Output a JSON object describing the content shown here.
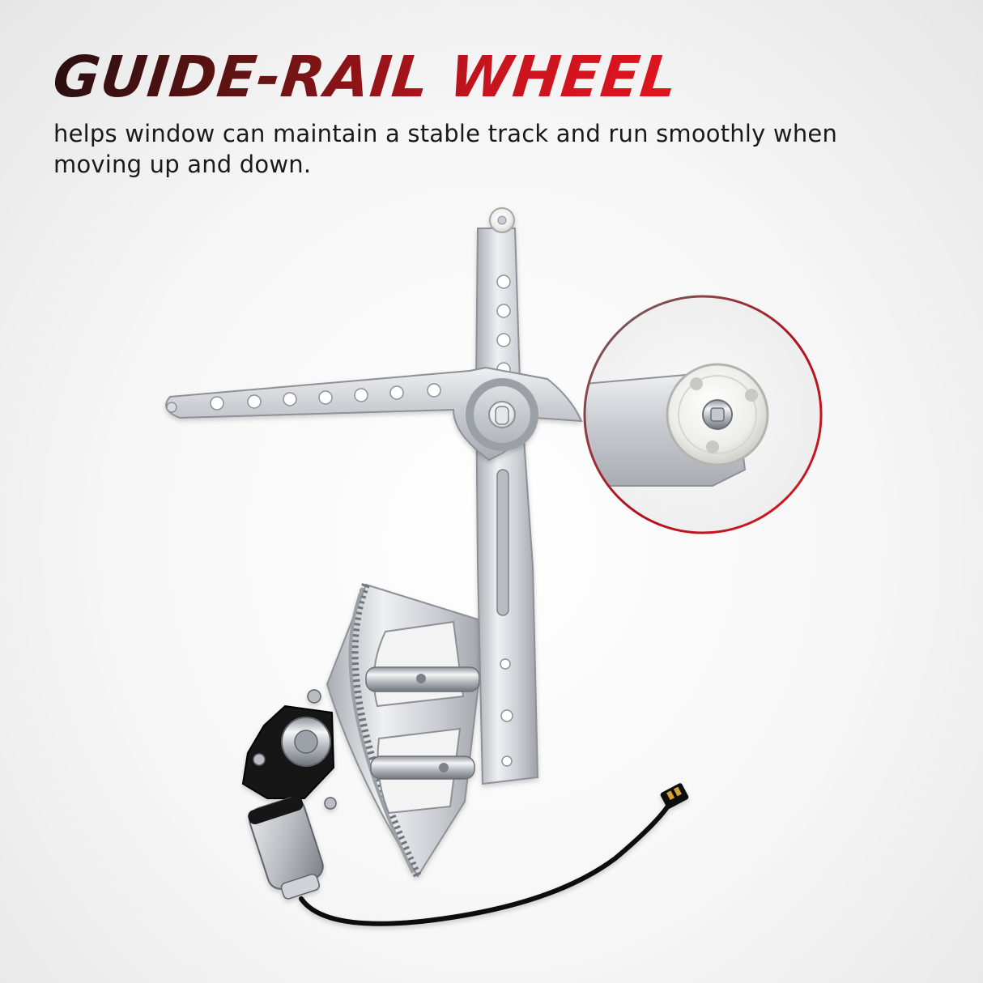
{
  "headline": "GUIDE-RAIL WHEEL",
  "description": "helps window can maintain a stable track and run smoothly when moving up and down.",
  "colors": {
    "headline_dark": "#2a0f0f",
    "headline_red": "#e0141e",
    "callout_ring": "#d41a24",
    "metal": "#d2d4d8",
    "nylon_wheel": "#f2f2f0",
    "motor_housing": "#141414"
  },
  "icons": {
    "callout": "zoom-magnifier-circle",
    "product": "window-regulator-with-motor"
  }
}
